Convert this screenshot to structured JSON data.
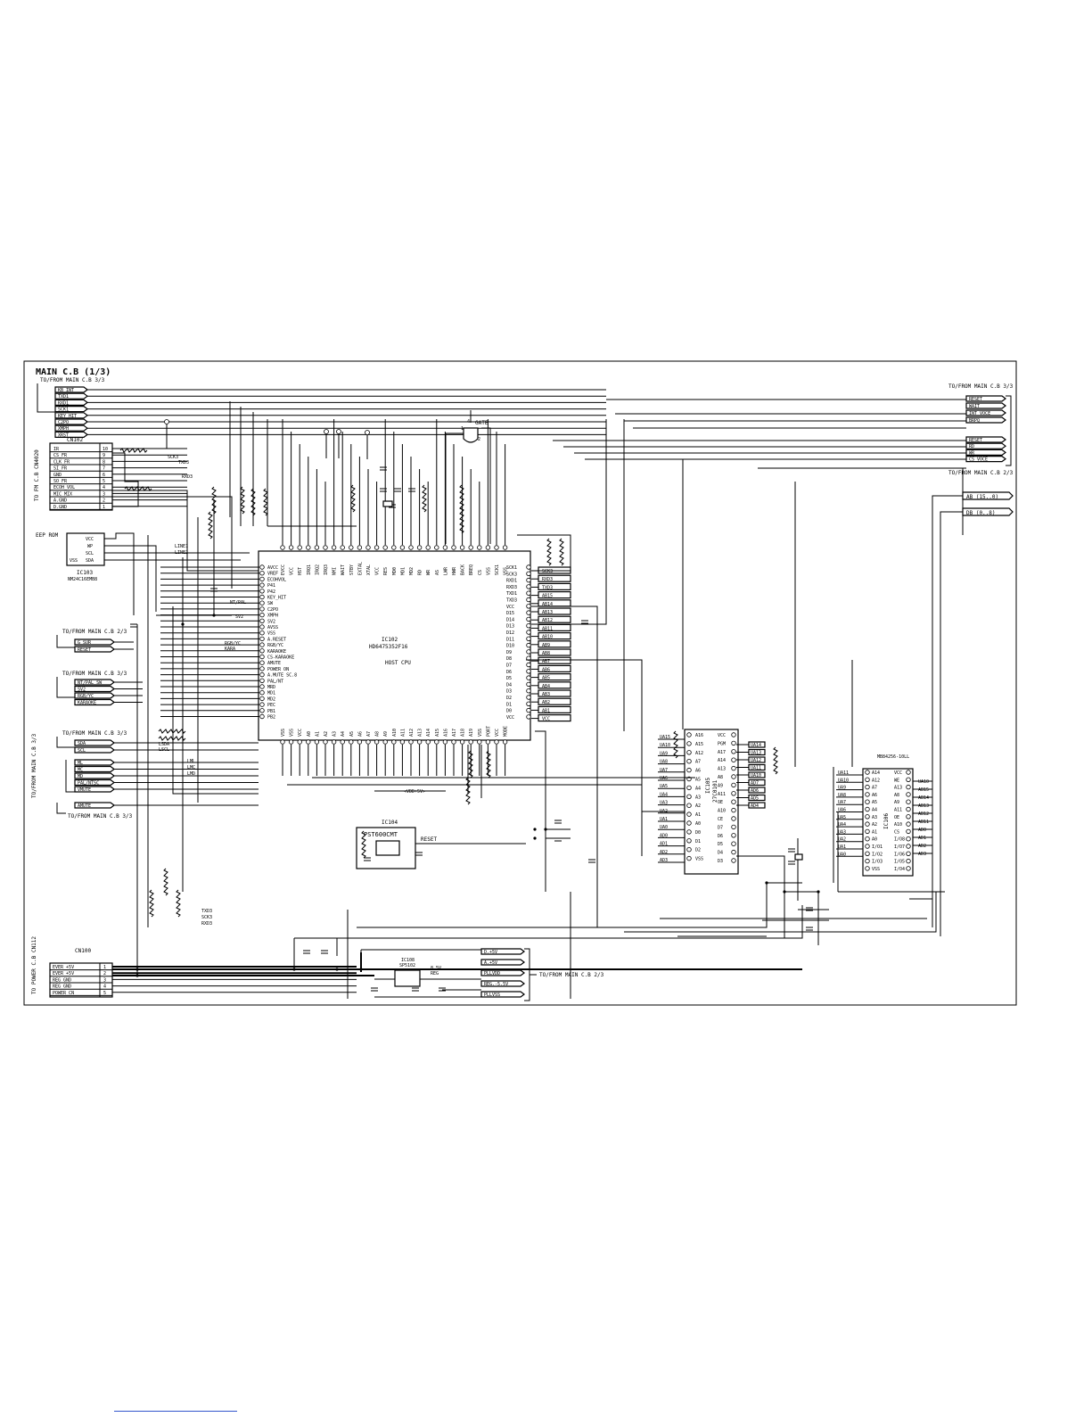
{
  "title": "MAIN C.B (1/3)",
  "ic_main": {
    "ref": "IC102",
    "part": "HD6475352F16",
    "name": "HOST CPU"
  },
  "ic_reset": {
    "ref": "IC104",
    "part": "PST600CMT",
    "out": "RESET"
  },
  "ic_eeprom": {
    "ref": "IC103",
    "part": "NM24C16EMB8",
    "label": "EEP ROM"
  },
  "ic_rom": {
    "ref": "IC105",
    "name": "27C0101"
  },
  "ic_sram": {
    "ref": "IC106",
    "part": "MB84256-10LL"
  },
  "ic_reg": {
    "ref": "IC108",
    "part": "SP5102"
  },
  "gate": "GATE",
  "connectors": {
    "cn102": {
      "ref": "CN102",
      "side": "TO FM C.B CN4020",
      "pins": [
        {
          "n": "10",
          "name": "IR"
        },
        {
          "n": "9",
          "name": "CS_FR"
        },
        {
          "n": "8",
          "name": "CLK_FR"
        },
        {
          "n": "7",
          "name": "SI_FR"
        },
        {
          "n": "6",
          "name": "GND"
        },
        {
          "n": "5",
          "name": "SO_FR"
        },
        {
          "n": "4",
          "name": "ECOH_VOL"
        },
        {
          "n": "3",
          "name": "MIC MIX"
        },
        {
          "n": "2",
          "name": "A.GND"
        },
        {
          "n": "1",
          "name": "D.GND"
        }
      ]
    },
    "cn100": {
      "ref": "CN100",
      "side": "TO POWER C.B CN112",
      "pins": [
        {
          "n": "1",
          "name": "EVER +5V"
        },
        {
          "n": "2",
          "name": "EVER +5V"
        },
        {
          "n": "3",
          "name": "REG GND"
        },
        {
          "n": "4",
          "name": "REG GND"
        },
        {
          "n": "5",
          "name": "POWER CN"
        }
      ]
    }
  },
  "groups": {
    "top": {
      "title": "TO/FROM MAIN C.B 3/3",
      "signals": [
        "KB_INT",
        "TXD1",
        "RXD1",
        "SCK1",
        "KEY_HIT",
        "C2PO",
        "XMPH",
        "XRST"
      ]
    },
    "gsur": {
      "title": "TO/FROM MAIN C.B 2/3",
      "signals": [
        "G SUR",
        "RESET"
      ]
    },
    "ntpal": {
      "title": "TO/FROM MAIN C.B 3/3",
      "signals": [
        "NT/PAL SW",
        "SV2",
        "RGB/YC",
        "KARAOKE"
      ]
    },
    "sda": {
      "title": "TO/FROM MAIN C.B 3/3",
      "signals": [
        "SDA",
        "SCL"
      ]
    },
    "side": {
      "title": "TO/FROM MAIN C.B 3/3",
      "signals": [
        "ML",
        "MC",
        "MD",
        "PAL/NTSC",
        "VMUTE"
      ]
    },
    "amute": {
      "title": "TO/FROM MAIN C.B 3/3",
      "signals": [
        "AMUTE"
      ]
    },
    "right_top": {
      "title": "TO/FROM MAIN C.B 3/3",
      "signals": [
        "RESET",
        "WAIT",
        "INT VOCE",
        "BRPQ"
      ]
    },
    "right_mid": {
      "title": "TO/FROM MAIN C.B 2/3",
      "signals": [
        "RESET",
        "RD",
        "WR",
        "CS VOCE"
      ]
    },
    "power_out": {
      "title": "TO/FROM MAIN C.B 2/3",
      "signals": [
        "D.+5V",
        "A.+5V",
        "PLLVDD",
        "REG.-5.5V",
        "PLLVSS"
      ]
    }
  },
  "buses": {
    "ab": "AB (15..0)",
    "db": "DB (0..8)",
    "vreg": "<VDD+5V>"
  },
  "ic_left_pins": [
    "AVCC",
    "VREF",
    "ECOHVOL",
    "P41",
    "P42",
    "KEY_HIT",
    "SW",
    "C2PO",
    "XMPH",
    "SV2",
    "AVSS",
    "VSS",
    "A.RESET",
    "RGB/YC",
    "KARAOKE",
    "CS-KARAOKE",
    "AMUTE",
    "POWER ON",
    "A.MUTE SC.8",
    "PAL/NT",
    "MRD",
    "MD1",
    "MD2",
    "PEC",
    "PB1",
    "PB2"
  ],
  "ic_right_pins": [
    "SCK1",
    "SCK3",
    "RXD1",
    "RXD3",
    "TXD1",
    "TXD3",
    "VCC",
    "D15",
    "D14",
    "D13",
    "D12",
    "D11",
    "D10",
    "D9",
    "D8",
    "D7",
    "D6",
    "D5",
    "D4",
    "D3",
    "D2",
    "D1",
    "D0",
    "VCC"
  ],
  "ic_right_nets": [
    "SCK3",
    "RXD3",
    "TXD3",
    "AB15",
    "AB14",
    "AB13",
    "AB12",
    "AB11",
    "AB10",
    "AB9",
    "AB8",
    "AB7",
    "AB6",
    "AB5",
    "AB4",
    "AB3",
    "AB2",
    "AB1",
    "VCC"
  ],
  "ic_top_pins": [
    "EVCC",
    "VCC",
    "HST",
    "IRQ1",
    "IRQ2",
    "IRQ3",
    "NMI",
    "WAIT",
    "STBY",
    "EXTAL",
    "XTAL",
    "VCC",
    "RES",
    "MD0",
    "MD1",
    "MD2",
    "RD",
    "WR",
    "AS",
    "LWR",
    "HWR",
    "BACK",
    "BREQ",
    "CS",
    "VSS",
    "SCK1",
    "VSS"
  ],
  "ic_bottom_pins": [
    "VSS",
    "VSS",
    "VCC",
    "A0",
    "A1",
    "A2",
    "A3",
    "A4",
    "A5",
    "A6",
    "A7",
    "A8",
    "A9",
    "A10",
    "A11",
    "A12",
    "A13",
    "A14",
    "A15",
    "A16",
    "A17",
    "A18",
    "A19",
    "VSS",
    "PORT",
    "VCC",
    "MODE"
  ],
  "rom_left": [
    "A16",
    "A15",
    "A12",
    "A7",
    "A6",
    "A5",
    "A4",
    "A3",
    "A2",
    "A1",
    "A0",
    "D0",
    "D1",
    "D2",
    "VSS"
  ],
  "rom_right": [
    "VCC",
    "PGM",
    "A17",
    "A14",
    "A13",
    "A8",
    "A9",
    "A11",
    "OE",
    "A10",
    "CE",
    "D7",
    "D6",
    "D5",
    "D4",
    "D3"
  ],
  "rom_left_nets": [
    "UA15",
    "UA10",
    "UA9",
    "UA8",
    "UA7",
    "UA6",
    "UA5",
    "UA4",
    "UA3",
    "UA2",
    "UA1",
    "UA0",
    "AD0",
    "AD1",
    "AD2",
    "AD3"
  ],
  "rom_right_nets": [
    "UA14",
    "UA13",
    "UA12",
    "UA11",
    "UA10",
    "AD7",
    "AD6",
    "AD5",
    "AD4"
  ],
  "sram_left": [
    "A14",
    "A12",
    "A7",
    "A6",
    "A5",
    "A4",
    "A3",
    "A2",
    "A1",
    "A0",
    "I/O1",
    "I/O2",
    "I/O3",
    "VSS"
  ],
  "sram_right": [
    "VCC",
    "WE",
    "A13",
    "A8",
    "A9",
    "A11",
    "OE",
    "A10",
    "CS",
    "I/O8",
    "I/O7",
    "I/O6",
    "I/O5",
    "I/O4"
  ],
  "sram_left_nets": [
    "UA11",
    "UA10",
    "UA9",
    "UA8",
    "UA7",
    "UA6",
    "UA5",
    "UA4",
    "UA3",
    "UA2",
    "UA1",
    "UA0"
  ],
  "sram_right_nets": [
    "UA10",
    "AB15",
    "AB14",
    "AB13",
    "AB12",
    "AB11",
    "AD0",
    "AD1",
    "AD2",
    "AD3"
  ],
  "notes": {
    "reg_v": "8.5V",
    "reg_name": "REG",
    "signals_cpu": [
      "SCK3",
      "TXD3",
      "RXD3",
      "LINE1",
      "LINE2",
      "NT/PAL",
      "SV2",
      "RGB/YC",
      "KARA",
      "LSDA",
      "LSCL",
      "LML",
      "LMC",
      "LMD",
      "TXD3",
      "SCK3",
      "RXD3"
    ]
  }
}
